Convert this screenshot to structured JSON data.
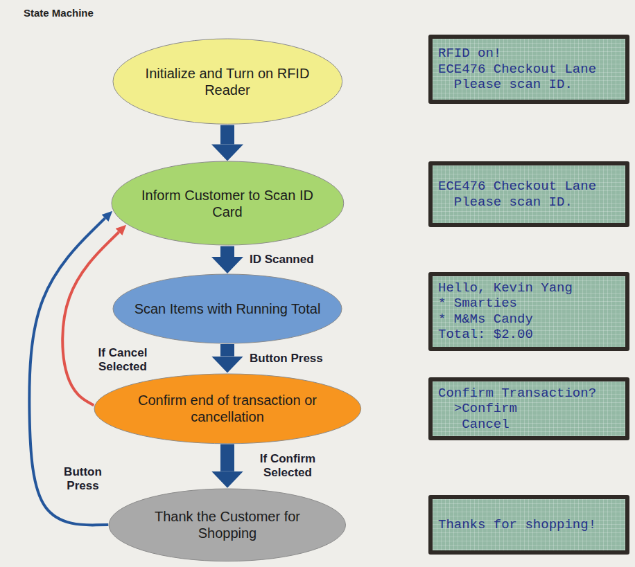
{
  "diagram": {
    "title": "State Machine",
    "nodes": [
      {
        "text": [
          "Initialize and Turn on RFID Reader"
        ]
      },
      {
        "text": [
          "RFID on!",
          "ECE476 Checkout Lane",
          "Please scan ID."
        ]
      },
      {
        "text": [
          "Inform Customer to Scan ID Card"
        ]
      },
      {
        "text": [
          "ECE476 Checkout Lane",
          "Please scan ID."
        ]
      },
      {
        "text": [
          "Scan Items with Running Total"
        ]
      },
      {
        "text": [
          "Hello, Kevin Yang",
          "* Smarties",
          "* M&Ms Candy",
          "Total: $2.00"
        ]
      },
      {
        "text": [
          "Confirm end of transaction or cancellation"
        ]
      },
      {
        "text": [
          "Confirm Transaction?",
          ">Confirm",
          "Cancel"
        ]
      },
      {
        "text": [
          "Thank the Customer for Shopping"
        ]
      },
      {
        "text": [
          "Thanks for shopping!"
        ]
      }
    ],
    "edges": [
      {
        "from": 0,
        "to": 2,
        "arrow": "to"
      },
      {
        "from": 2,
        "to": 4,
        "label": "ID Scanned",
        "arrow": "to"
      },
      {
        "from": 4,
        "to": 6,
        "label": "Button Press",
        "arrow": "to"
      },
      {
        "from": 6,
        "to": 8,
        "label": "If Confirm Selected",
        "arrow": "to"
      },
      {
        "from": 6,
        "to": 2,
        "label": "If Cancel Selected",
        "arrow": "to"
      },
      {
        "from": 8,
        "to": 2,
        "label": "Button Press",
        "arrow": "to"
      }
    ]
  }
}
